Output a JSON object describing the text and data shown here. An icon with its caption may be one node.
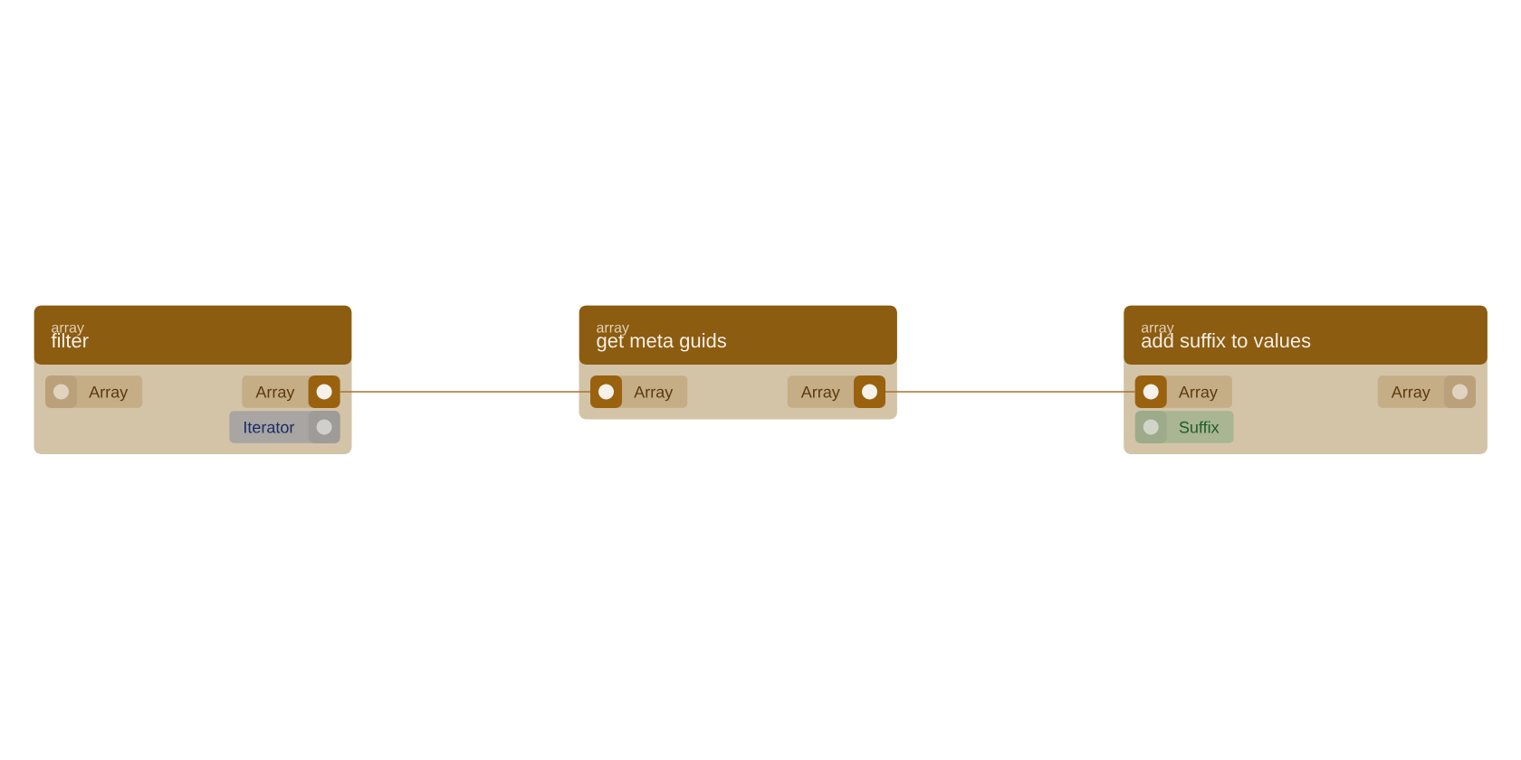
{
  "diagram": {
    "nodes": [
      {
        "text": [
          "array",
          "filter"
        ]
      },
      {
        "text": [
          "Array"
        ],
        "in": 0
      },
      {
        "text": [
          "Array"
        ],
        "in": 0
      },
      {
        "text": [
          "Iterator"
        ],
        "in": 0
      },
      {
        "text": [
          "array",
          "get meta guids"
        ]
      },
      {
        "text": [
          "Array"
        ],
        "in": 4
      },
      {
        "text": [
          "Array"
        ],
        "in": 4
      },
      {
        "text": [
          "array",
          "add suffix to values"
        ]
      },
      {
        "text": [
          "Array"
        ],
        "in": 7
      },
      {
        "text": [
          "Suffix"
        ],
        "in": 7
      },
      {
        "text": [
          "Array"
        ],
        "in": 7
      }
    ],
    "edges": [
      {
        "from": 2,
        "to": 5,
        "arrow": "none"
      },
      {
        "from": 6,
        "to": 8,
        "arrow": "none"
      }
    ]
  }
}
